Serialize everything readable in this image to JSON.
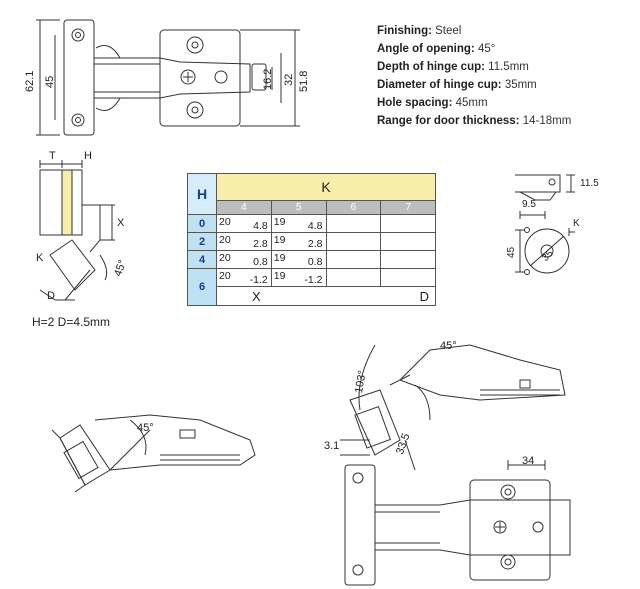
{
  "specs": [
    {
      "label": "Finishing:",
      "value": "Steel"
    },
    {
      "label": "Angle of opening:",
      "value": "45°"
    },
    {
      "label": "Depth of hinge cup:",
      "value": "11.5mm"
    },
    {
      "label": "Diameter of hinge cup:",
      "value": "35mm"
    },
    {
      "label": "Hole spacing:",
      "value": "45mm"
    },
    {
      "label": "Range for door thickness:",
      "value": "14-18mm"
    }
  ],
  "top_dims": {
    "d1": "62.1",
    "d2": "45",
    "d3": "16.2",
    "d4": "32",
    "d5": "51.8"
  },
  "side_view": {
    "t": "T",
    "h": "H",
    "x": "X",
    "k": "K",
    "angle": "45°",
    "d": "D",
    "caption": "H=2   D=4.5mm"
  },
  "table": {
    "h": "H",
    "k": "K",
    "k_values": [
      "4",
      "5",
      "6",
      "7"
    ],
    "x": "X",
    "d": "D",
    "rows": [
      {
        "h": "0",
        "cells": [
          [
            "20",
            "4.8"
          ],
          [
            "19",
            "4.8"
          ],
          [
            "",
            ""
          ],
          [
            "",
            ""
          ]
        ]
      },
      {
        "h": "2",
        "cells": [
          [
            "20",
            "2.8"
          ],
          [
            "19",
            "2.8"
          ],
          [
            "",
            ""
          ],
          [
            "",
            ""
          ]
        ]
      },
      {
        "h": "4",
        "cells": [
          [
            "20",
            "0.8"
          ],
          [
            "19",
            "0.8"
          ],
          [
            "",
            ""
          ],
          [
            "",
            ""
          ]
        ]
      },
      {
        "h": "6",
        "cells": [
          [
            "20",
            "-1.2"
          ],
          [
            "19",
            "-1.2"
          ],
          [
            "",
            ""
          ],
          [
            "",
            ""
          ]
        ]
      }
    ]
  },
  "cup_dims": {
    "depth": "11.5",
    "offset": "9.5",
    "k": "K",
    "spacing": "45",
    "diameter": "35"
  },
  "open_view_left": {
    "angle": "45°"
  },
  "open_view_right": {
    "angle": "45°",
    "a": "103°",
    "b": "33.5",
    "c": "3.1"
  },
  "bottom_view": {
    "width": "34"
  }
}
